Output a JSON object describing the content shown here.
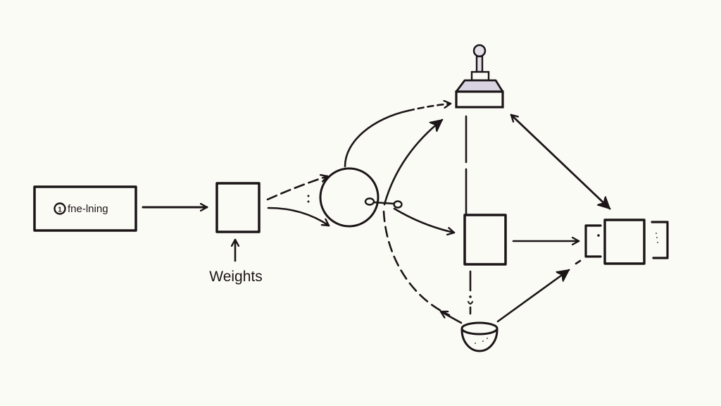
{
  "diagram": {
    "colors": {
      "background": "#fbfbf5",
      "ink": "#1b1517",
      "accent_fill": "#e4dfe8"
    },
    "nodes": {
      "input_box": {
        "icon": "number-one-circle-icon",
        "icon_text": "1",
        "label": "fne-lning"
      },
      "model_box": {
        "caption": "Weights"
      },
      "mixer_circle": {
        "icon": "circle-node"
      },
      "joystick": {
        "icon": "joystick-icon"
      },
      "middle_box": {
        "icon": "square-node"
      },
      "output_stack": {
        "icon": "stacked-boxes-icon"
      },
      "bowl": {
        "icon": "bowl-icon"
      }
    }
  }
}
